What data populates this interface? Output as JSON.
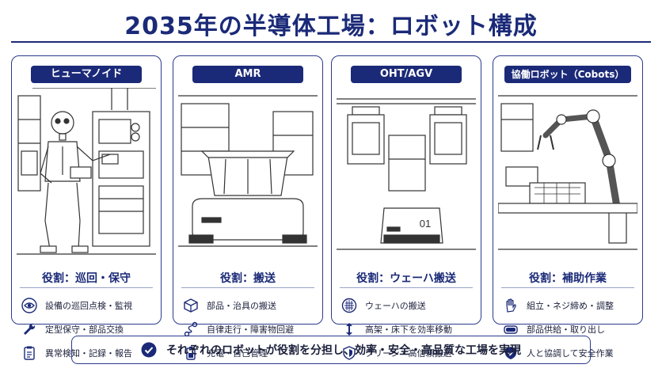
{
  "title": "2035年の半導体工場：ロボット構成",
  "cards": [
    {
      "label": "ヒューマノイド",
      "role": "役割：巡回・保守",
      "items": [
        {
          "icon": "eye-icon",
          "text": "設備の巡回点検・監視"
        },
        {
          "icon": "wrench-icon",
          "text": "定型保守・部品交換"
        },
        {
          "icon": "clipboard-icon",
          "text": "異常検知・記録・報告"
        }
      ]
    },
    {
      "label": "AMR",
      "role": "役割：搬送",
      "items": [
        {
          "icon": "box-icon",
          "text": "部品・治具の搬送"
        },
        {
          "icon": "route-icon",
          "text": "自律走行・障害物回避"
        },
        {
          "icon": "battery-icon",
          "text": "充電・自己管理"
        }
      ]
    },
    {
      "label": "OHT/AGV",
      "role": "役割：ウェーハ搬送",
      "illus_text": "01",
      "items": [
        {
          "icon": "wafer-icon",
          "text": "ウェーハの搬送"
        },
        {
          "icon": "updown-arrow-icon",
          "text": "高架・床下を効率移動"
        },
        {
          "icon": "shield-icon",
          "text": "クリーン・高信頼搬送"
        }
      ]
    },
    {
      "label": "協働ロボット（Cobots）",
      "role": "役割：補助作業",
      "items": [
        {
          "icon": "hand-icon",
          "text": "組立・ネジ締め・調整"
        },
        {
          "icon": "tray-icon",
          "text": "部品供給・取り出し"
        },
        {
          "icon": "shield-check-icon",
          "text": "人と協調して安全作業"
        }
      ]
    }
  ],
  "footer": {
    "icon": "check-circle-icon",
    "text": "それぞれのロボットが役割を分担し、効率・安全・高品質な工場を実現"
  },
  "colors": {
    "accent": "#1b2a78",
    "border": "#2b3a8c"
  }
}
